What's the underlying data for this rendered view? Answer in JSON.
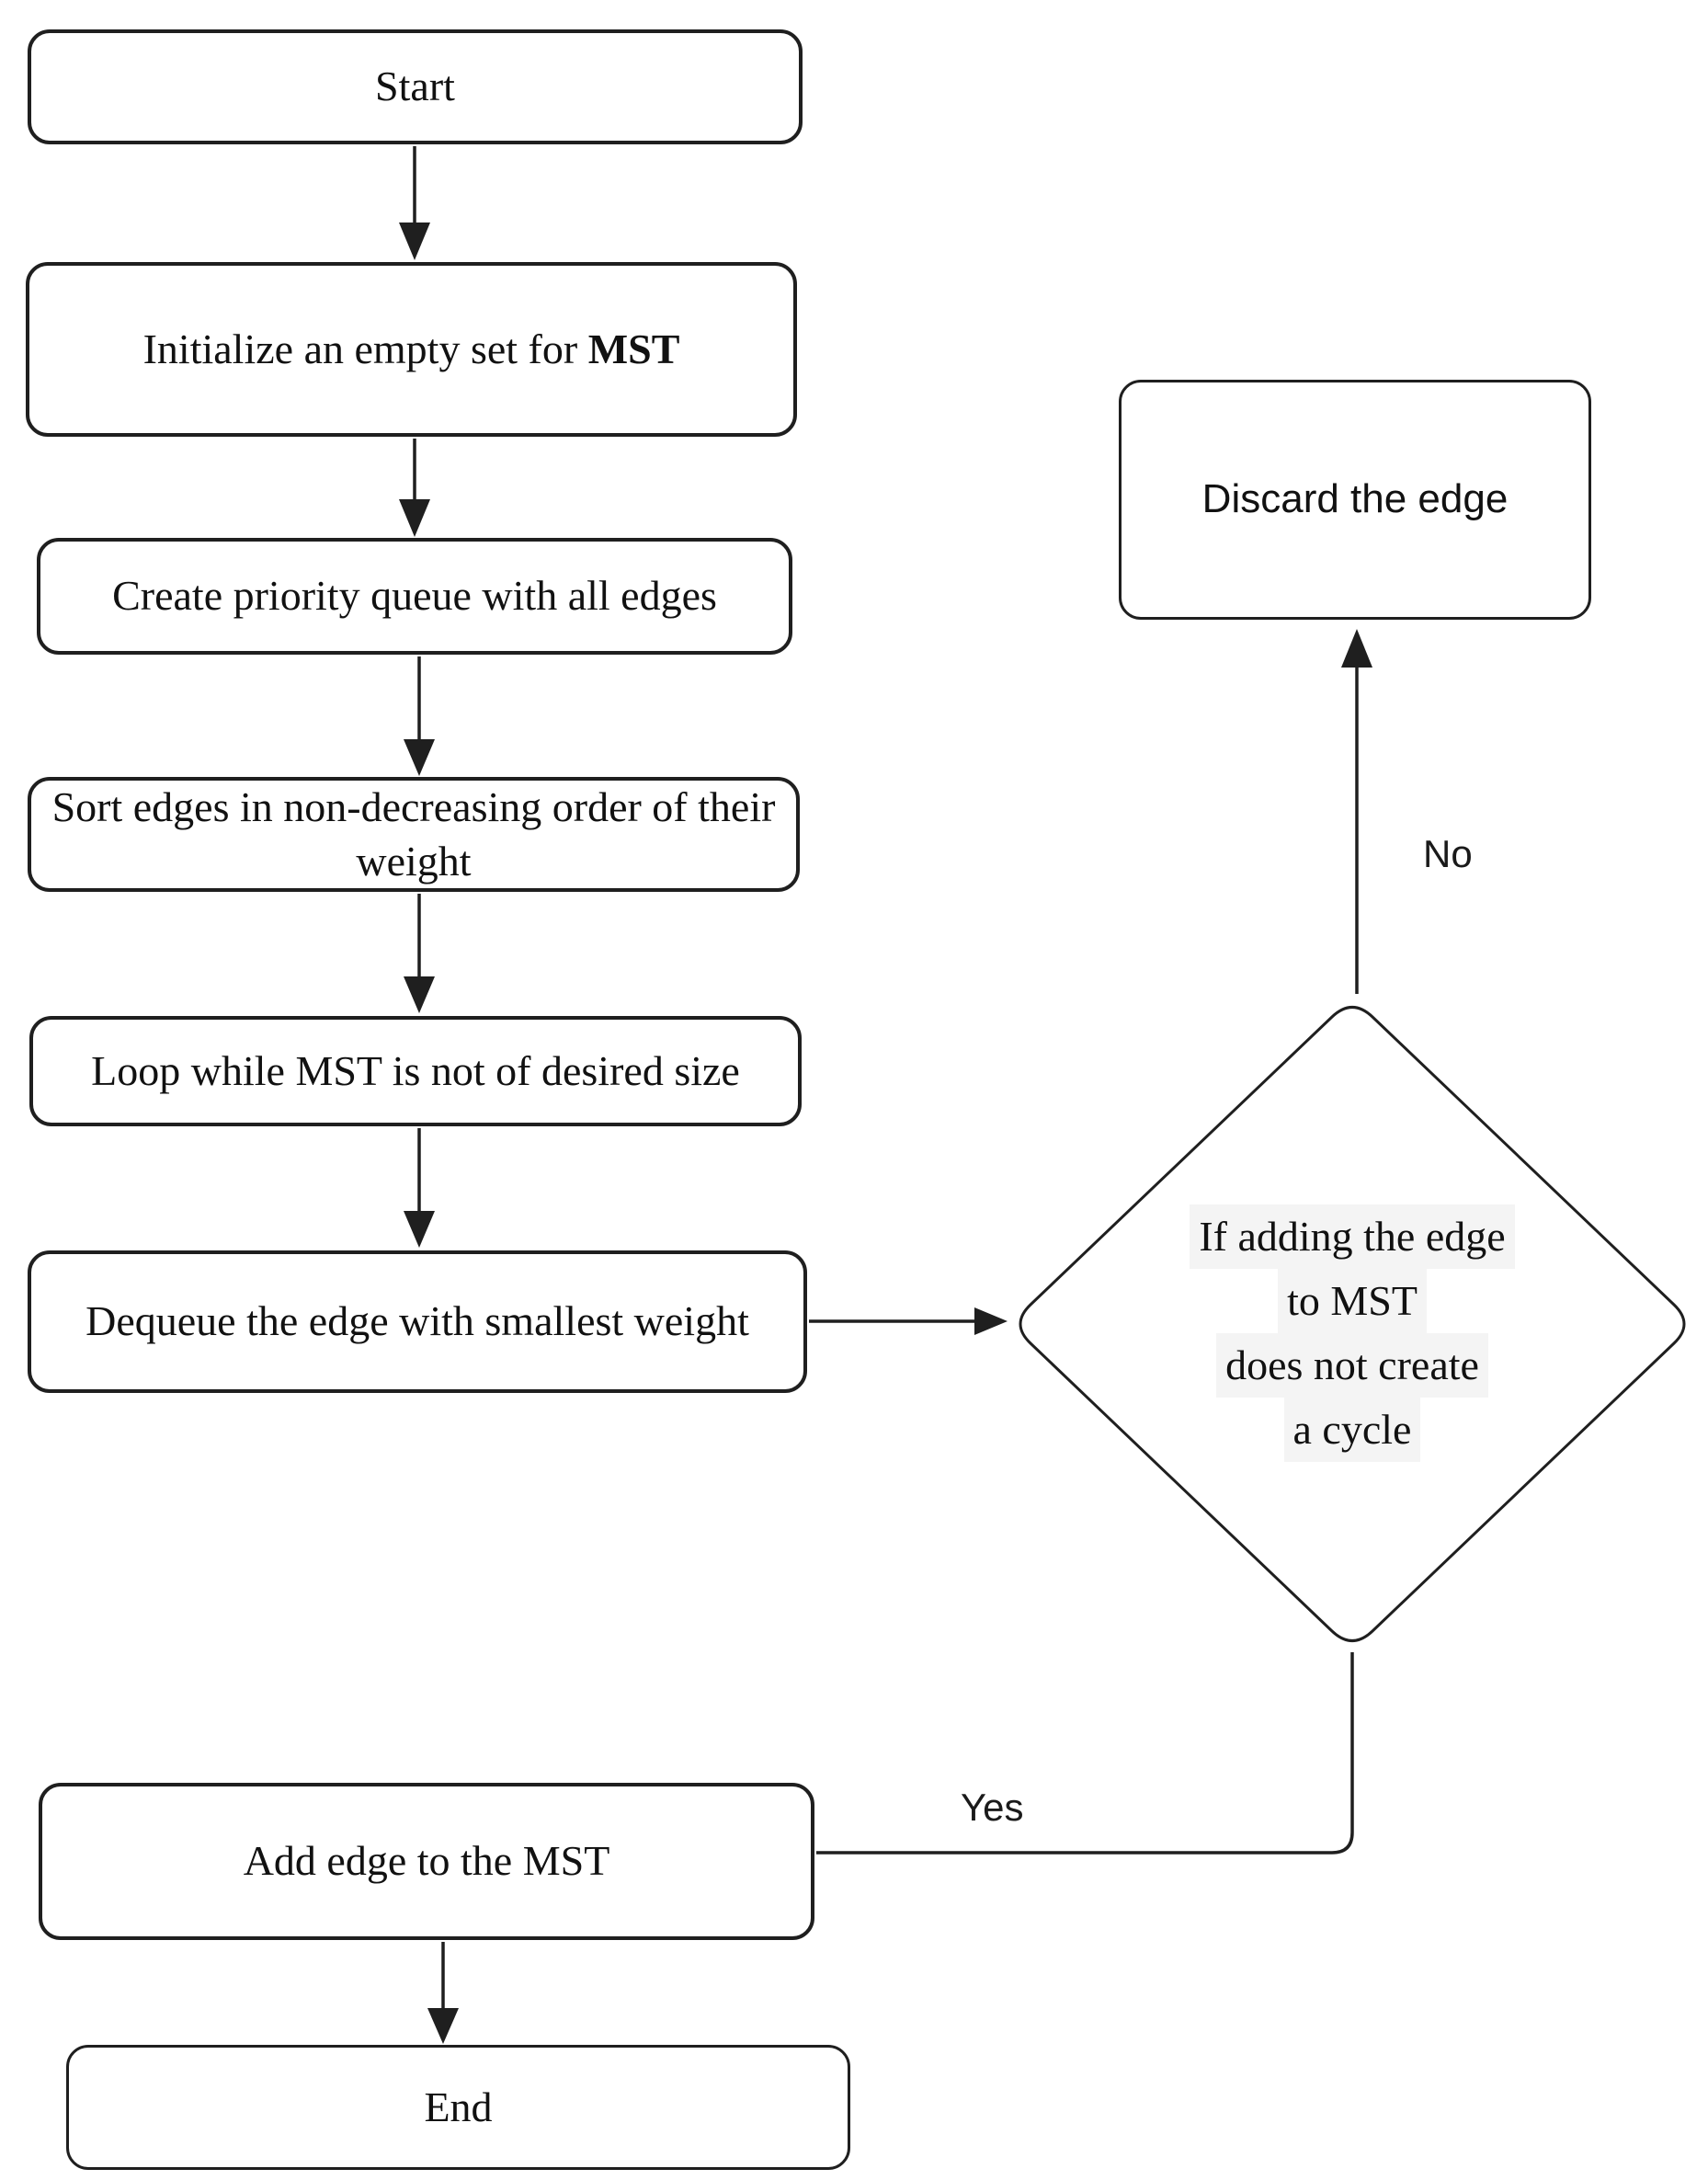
{
  "diagram": {
    "nodes": {
      "start": {
        "label": "Start"
      },
      "initialize": {
        "label_prefix": "Initialize an empty set for ",
        "label_emphasis": "MST"
      },
      "create_queue": {
        "label": "Create priority queue with all edges"
      },
      "sort_edges": {
        "label": "Sort edges in non-decreasing order of their weight"
      },
      "loop": {
        "label": "Loop while MST is not of desired size"
      },
      "dequeue": {
        "label": "Dequeue the edge with smallest weight"
      },
      "decision": {
        "lines": [
          "If adding the edge",
          "to MST",
          "does not create",
          "a cycle"
        ]
      },
      "discard": {
        "label": "Discard the edge"
      },
      "add_edge": {
        "label": "Add edge to the MST"
      },
      "end": {
        "label": "End"
      }
    },
    "edge_labels": {
      "no": "No",
      "yes": "Yes"
    },
    "colors": {
      "stroke": "#1f1f1f",
      "text": "#111111",
      "background": "#ffffff",
      "line_highlight": "#f4f4f4"
    }
  }
}
